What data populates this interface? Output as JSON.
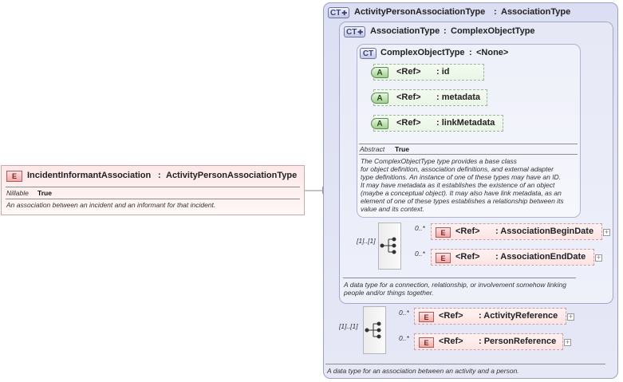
{
  "root_element": {
    "badge": "E",
    "name": "IncidentInformantAssociation",
    "sep": ":",
    "type": "ActivityPersonAssociationType",
    "nillable_label": "Nillable",
    "nillable_value": "True",
    "doc": "An association between an incident and an informant for that incident."
  },
  "collapse_toggle": "−",
  "outer_type": {
    "badge": "CT",
    "name": "ActivityPersonAssociationType",
    "sep": ":",
    "base": "AssociationType",
    "doc": "A data type for an association between an activity and a person."
  },
  "middle_type": {
    "badge": "CT",
    "name": "AssociationType",
    "sep": ":",
    "base": "ComplexObjectType",
    "doc_lines": [
      "A data type for a connection, relationship, or involvement somehow linking",
      "people and/or things together."
    ]
  },
  "inner_type": {
    "badge": "CT",
    "name": "ComplexObjectType",
    "sep": ":",
    "base": "<None>",
    "attributes": [
      {
        "badge": "A",
        "ref": "<Ref>",
        "name": ": id"
      },
      {
        "badge": "A",
        "ref": "<Ref>",
        "name": ": metadata"
      },
      {
        "badge": "A",
        "ref": "<Ref>",
        "name": ": linkMetadata"
      }
    ],
    "abstract_label": "Abstract",
    "abstract_value": "True",
    "doc_lines": [
      "The ComplexObjectType type provides a base class",
      "for object definition, association definitions, and external adapter",
      "type definitions. An instance of one of these types may have an ID.",
      "It may have metadata as it establishes the existence of an object",
      "(maybe a conceptual object). It may also have link metadata, as an",
      "element of one of these types establishes a relationship between its",
      "value and its context."
    ]
  },
  "middle_sequence": {
    "cardinality": "[1]..[1]",
    "elements": [
      {
        "badge": "E",
        "cardinality": "0..*",
        "ref": "<Ref>",
        "name": ": AssociationBeginDate",
        "expand": "+"
      },
      {
        "badge": "E",
        "cardinality": "0..*",
        "ref": "<Ref>",
        "name": ": AssociationEndDate",
        "expand": "+"
      }
    ]
  },
  "outer_sequence": {
    "cardinality": "[1]..[1]",
    "elements": [
      {
        "badge": "E",
        "cardinality": "0..*",
        "ref": "<Ref>",
        "name": ": ActivityReference",
        "expand": "+"
      },
      {
        "badge": "E",
        "cardinality": "0..*",
        "ref": "<Ref>",
        "name": ": PersonReference",
        "expand": "+"
      }
    ]
  }
}
